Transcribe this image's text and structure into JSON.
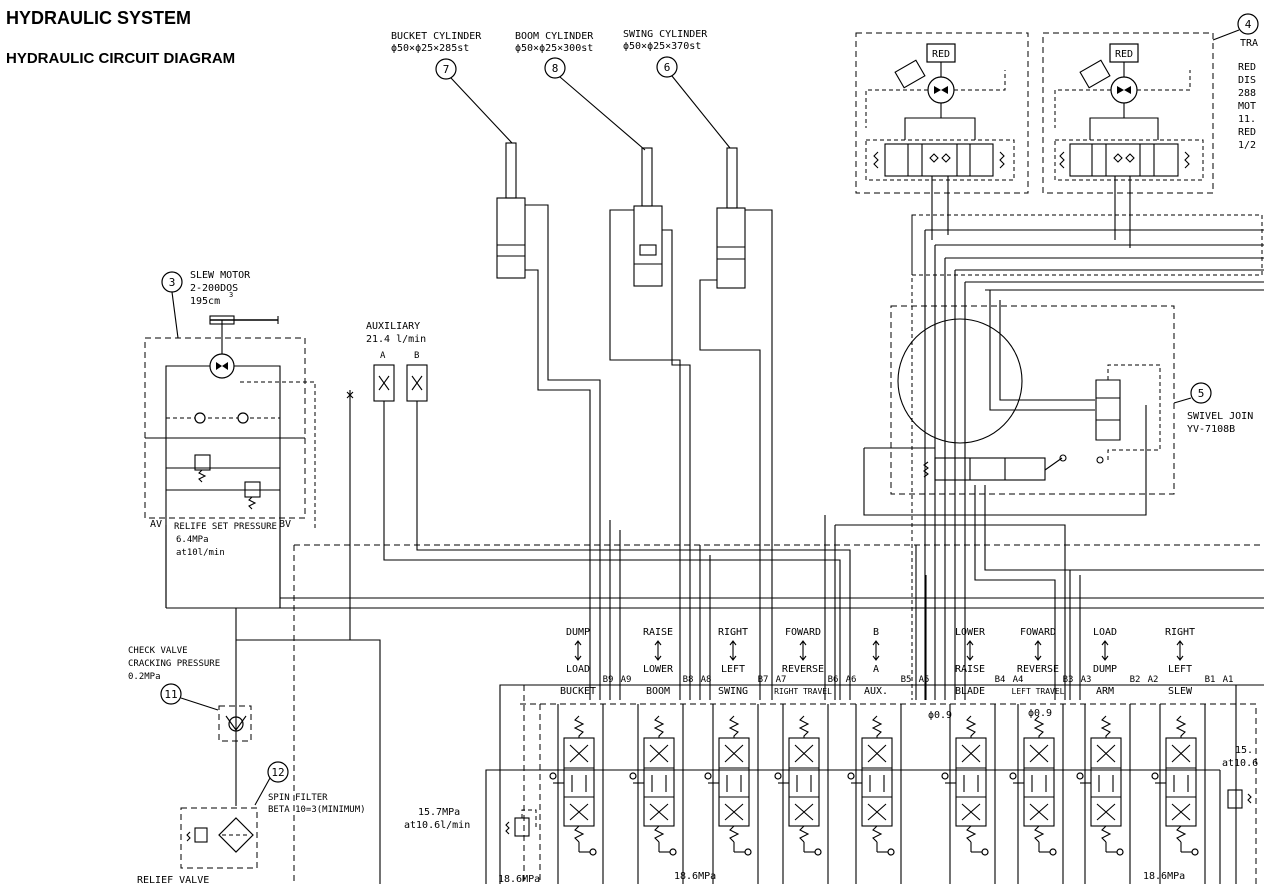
{
  "header": {
    "title": "HYDRAULIC SYSTEM",
    "subtitle": "HYDRAULIC CIRCUIT DIAGRAM"
  },
  "cylinders": [
    {
      "num": "7",
      "name": "BUCKET CYLINDER",
      "spec": "ϕ50×ϕ25×285st"
    },
    {
      "num": "8",
      "name": "BOOM CYLINDER",
      "spec": "ϕ50×ϕ25×300st"
    },
    {
      "num": "6",
      "name": "SWING CYLINDER",
      "spec": "ϕ50×ϕ25×370st"
    }
  ],
  "slew_motor": {
    "num": "3",
    "line1": "SLEW MOTOR",
    "line2": "2-200DOS",
    "line3": "195cm",
    "sup": "3"
  },
  "auxiliary": {
    "line1": "AUXILIARY",
    "line2": "21.4 l/min",
    "port_a": "A",
    "port_b": "B"
  },
  "slew_relief": {
    "av": "AV",
    "bv": "BV",
    "line1": "RELIFE SET PRESSURE",
    "line2": "6.4MPa",
    "line3": "at10l/min"
  },
  "travel_motor": {
    "num": "4",
    "label_cut": "TRA",
    "red": "RED",
    "spec_lines": [
      "RED",
      "DIS",
      "288",
      "MOT",
      "11.",
      "RED",
      "1/2"
    ]
  },
  "swivel": {
    "num": "5",
    "line1": "SWIVEL JOIN",
    "line2": "YV-7108B"
  },
  "check_valve": {
    "num": "11",
    "line1": "CHECK VALVE",
    "line2": "CRACKING PRESSURE",
    "line3": "0.2MPa"
  },
  "spin_filter": {
    "num": "12",
    "line1": "SPIN FILTER",
    "line2": "BETA 10=3(MINIMUM)"
  },
  "relief_valve": "RELIEF VALVE",
  "pump_pressure": {
    "line1": "15.7MPa",
    "line2": "at10.6l/min"
  },
  "right_pressure": {
    "line1": "15.",
    "line2": "at10.6"
  },
  "sections": [
    {
      "top": "DUMP",
      "bottom": "LOAD",
      "name": "BUCKET",
      "port_l": "A9",
      "port_r": "B9"
    },
    {
      "top": "RAISE",
      "bottom": "LOWER",
      "name": "BOOM",
      "port_l": "A8",
      "port_r": "B8"
    },
    {
      "top": "RIGHT",
      "bottom": "LEFT",
      "name": "SWING",
      "port_l": "A7",
      "port_r": "B7"
    },
    {
      "top": "FOWARD",
      "bottom": "REVERSE",
      "name": "RIGHT TRAVEL",
      "port_l": "A6",
      "port_r": "B6"
    },
    {
      "top": "B",
      "bottom": "A",
      "name": "AUX.",
      "port_l": "A5",
      "port_r": "B5"
    },
    {
      "top": "LOWER",
      "bottom": "RAISE",
      "name": "BLADE",
      "port_l": "A4",
      "port_r": "B4"
    },
    {
      "top": "FOWARD",
      "bottom": "REVERSE",
      "name": "LEFT TRAVEL",
      "port_l": "A3",
      "port_r": "B3"
    },
    {
      "top": "LOAD",
      "bottom": "DUMP",
      "name": "ARM",
      "port_l": "A2",
      "port_r": "B2"
    },
    {
      "top": "RIGHT",
      "bottom": "LEFT",
      "name": "SLEW",
      "port_l": "A1",
      "port_r": "B1"
    }
  ],
  "orifices": [
    "ϕ0.9",
    "ϕ0.9"
  ],
  "bottom_pressures": [
    "18.6MPa",
    "18.6MPa",
    "18.6MPa"
  ]
}
